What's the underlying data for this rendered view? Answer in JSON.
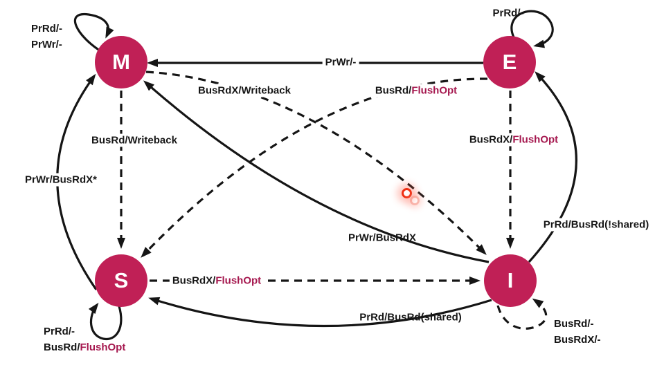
{
  "diagram": {
    "title": "MESI cache coherence protocol state diagram",
    "type": "state-machine",
    "background": "#ffffff",
    "colors": {
      "state_fill": "#C02056",
      "state_letter": "#FFFFFF",
      "label_text": "#161616",
      "label_accent": "#A5174E",
      "arrow": "#151515",
      "laser_pointer": "#EF2E12"
    },
    "states": {
      "m": {
        "label": "M"
      },
      "e": {
        "label": "E"
      },
      "s": {
        "label": "S"
      },
      "i": {
        "label": "I"
      }
    },
    "transitions": {
      "m_self": {
        "from": "M",
        "to": "M",
        "style": "solid",
        "line1": "PrRd/-",
        "line2": "PrWr/-"
      },
      "e_self": {
        "from": "E",
        "to": "E",
        "style": "solid",
        "line1": "PrRd/-"
      },
      "e_to_m": {
        "from": "E",
        "to": "M",
        "style": "solid",
        "label": "PrWr/-"
      },
      "m_to_i": {
        "from": "M",
        "to": "I",
        "style": "dashed",
        "label": "BusRdX/Writeback"
      },
      "e_to_s": {
        "from": "E",
        "to": "S",
        "style": "dashed",
        "label": "BusRd/",
        "accent": "FlushOpt"
      },
      "m_to_s": {
        "from": "M",
        "to": "S",
        "style": "dashed",
        "label": "BusRd/Writeback"
      },
      "s_to_m": {
        "from": "S",
        "to": "M",
        "style": "solid",
        "label": "PrWr/BusRdX*"
      },
      "e_to_i": {
        "from": "E",
        "to": "I",
        "style": "dashed",
        "label": "BusRdX/",
        "accent": "FlushOpt"
      },
      "i_to_e": {
        "from": "I",
        "to": "E",
        "style": "solid",
        "label": "PrRd/BusRd(!shared)"
      },
      "i_to_m": {
        "from": "I",
        "to": "M",
        "style": "solid",
        "label": "PrWr/BusRdX"
      },
      "s_to_i": {
        "from": "S",
        "to": "I",
        "style": "dashed",
        "label": "BusRdX/",
        "accent": "FlushOpt"
      },
      "i_to_s": {
        "from": "I",
        "to": "S",
        "style": "solid",
        "label": "PrRd/BusRd(shared)"
      },
      "s_self": {
        "from": "S",
        "to": "S",
        "style": "solid",
        "line1": "PrRd/-",
        "line2": "BusRd/",
        "line2_accent": "FlushOpt"
      },
      "i_self": {
        "from": "I",
        "to": "I",
        "style": "dashed",
        "line1": "BusRd/-",
        "line2": "BusRdX/-"
      }
    }
  }
}
